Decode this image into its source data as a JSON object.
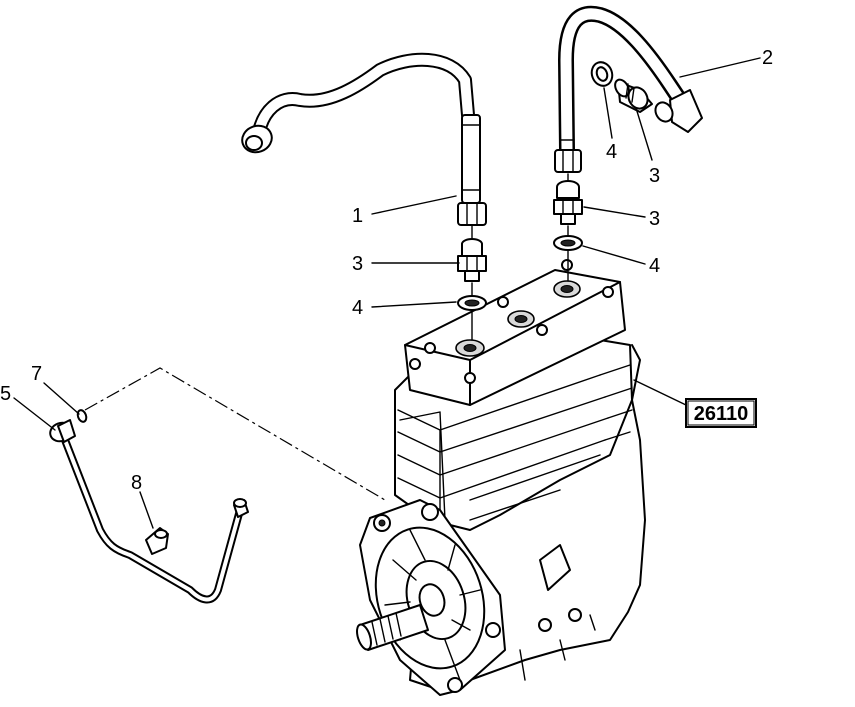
{
  "callouts": {
    "c1": "1",
    "c2": "2",
    "c3a": "3",
    "c3b": "3",
    "c3c": "3",
    "c4a": "4",
    "c4b": "4",
    "c4c": "4",
    "c5": "5",
    "c7": "7",
    "c8": "8"
  },
  "reference_box": "26110"
}
